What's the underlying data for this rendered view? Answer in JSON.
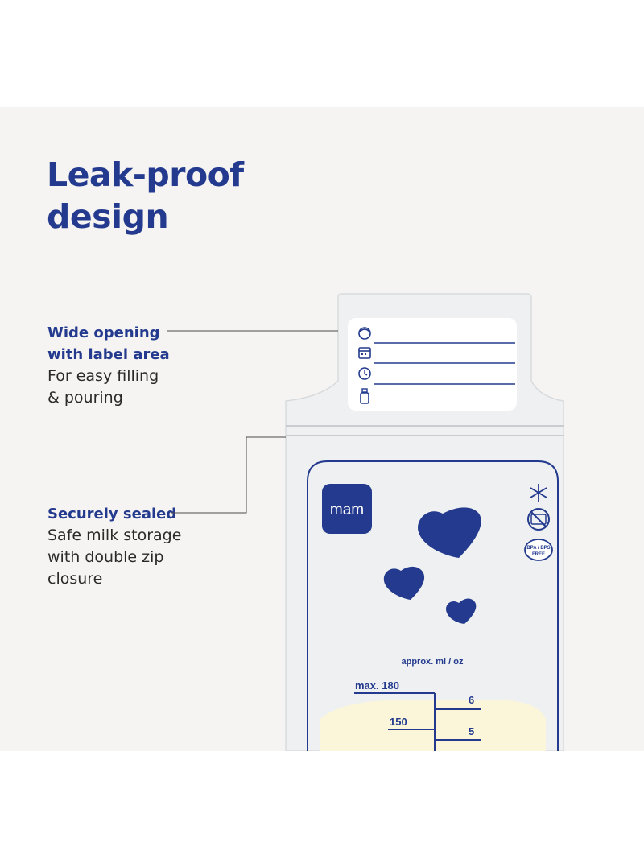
{
  "heading": {
    "line1": "Leak-proof",
    "line2": "design"
  },
  "callouts": [
    {
      "title": "Wide opening\nwith label area",
      "description": "For easy filling\n& pouring"
    },
    {
      "title": "Securely sealed",
      "description": "Safe milk storage\nwith double zip\nclosure"
    }
  ],
  "pouch": {
    "brand": "mam",
    "scale_label": "approx. ml / oz",
    "ml_marks": [
      "max. 180",
      "150"
    ],
    "oz_marks": [
      "6",
      "5"
    ],
    "badge_text_1": "BPA / BPS",
    "badge_text_2": "FREE",
    "label_icons": [
      "baby-face-icon",
      "calendar-icon",
      "clock-icon",
      "bottle-icon"
    ],
    "symbols": [
      "snowflake-icon",
      "no-microwave-icon",
      "bpa-free-badge"
    ]
  },
  "colors": {
    "brand_blue": "#233a8e",
    "background": "#f5f4f2",
    "milk": "#fbf6d9"
  }
}
